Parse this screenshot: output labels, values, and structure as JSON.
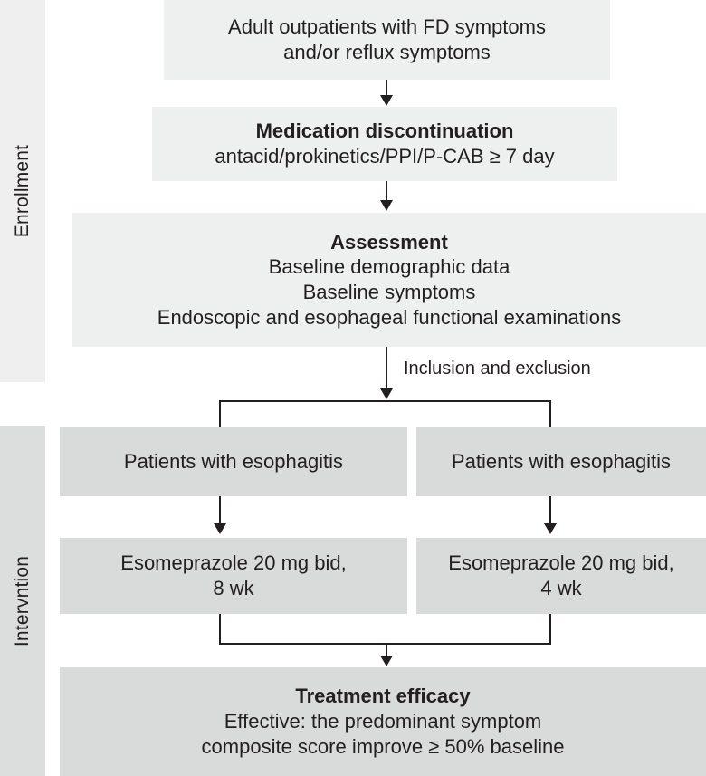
{
  "figure": {
    "type": "flowchart",
    "orientation": "top-to-bottom",
    "phases": [
      {
        "id": "enrollment",
        "label": "Enrollment"
      },
      {
        "id": "intervention",
        "label": "Intervntion"
      }
    ],
    "colors": {
      "enrollment_strip": "#eeefee",
      "intervention_strip": "#dcdddd",
      "light_box": "#eef0ef",
      "dark_box": "#d9dada",
      "text": "#231f20",
      "connector": "#231f20",
      "background": "#ffffff"
    }
  },
  "nodes": {
    "screening": {
      "lines": [
        "Adult outpatients with FD symptoms",
        "and/or reflux symptoms"
      ]
    },
    "washout": {
      "title": "Medication discontinuation",
      "lines": [
        "antacid/prokinetics/PPI/P-CAB ≥ 7 day"
      ]
    },
    "assessment": {
      "title": "Assessment",
      "lines": [
        "Baseline demographic data",
        "Baseline symptoms",
        "Endoscopic and esophageal functional examinations"
      ]
    },
    "arm_left": {
      "lines": [
        "Patients with esophagitis"
      ]
    },
    "arm_right": {
      "lines": [
        "Patients with esophagitis"
      ]
    },
    "drug_left": {
      "lines": [
        "Esomeprazole 20 mg bid,",
        "8 wk"
      ]
    },
    "drug_right": {
      "lines": [
        "Esomeprazole 20 mg bid,",
        "4 wk"
      ]
    },
    "outcome": {
      "title": "Treatment efficacy",
      "lines": [
        "Effective: the predominant symptom",
        "composite score improve ≥ 50% baseline"
      ]
    }
  },
  "edges": {
    "screening_to_washout": {
      "label": ""
    },
    "washout_to_assessment": {
      "label": ""
    },
    "assessment_to_split": {
      "label": "Inclusion and exclusion"
    },
    "arm_left_to_drug_left": {
      "label": ""
    },
    "arm_right_to_drug_right": {
      "label": ""
    },
    "drugs_to_outcome": {
      "label": ""
    }
  }
}
